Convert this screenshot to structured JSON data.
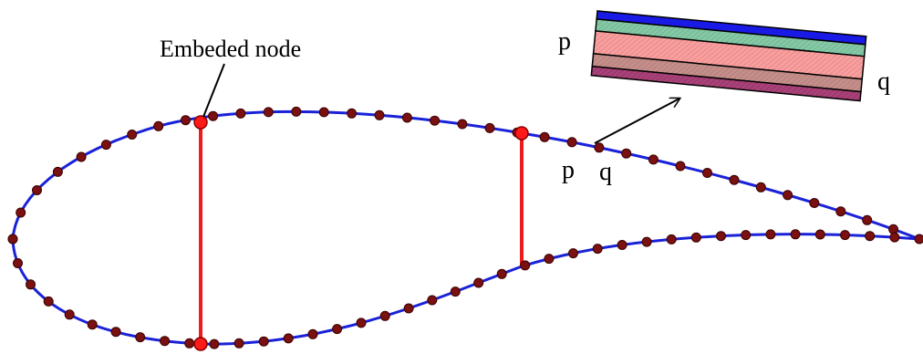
{
  "labels": {
    "embedded_node": "Embeded node",
    "p_top": "p",
    "q_right": "q",
    "p_surface": "p",
    "q_surface": "q"
  },
  "colors": {
    "airfoil_line": "#1a22d8",
    "node_fill": "#7a1010",
    "node_stroke": "#3a0000",
    "web": "#ee1c1c",
    "embedded_node_fill": "#ff1a1a",
    "layers": [
      "#1a1ae6",
      "#86c8a6",
      "#f38a8a",
      "#c08a86",
      "#a03a72"
    ]
  },
  "icons": {
    "arrow": "arrow-icon",
    "layer_stack": "laminate-layers-icon"
  }
}
